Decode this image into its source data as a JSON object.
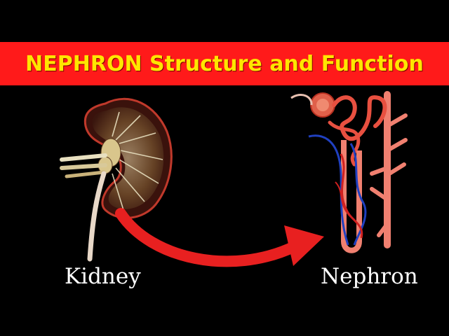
{
  "header": {
    "title": "NEPHRON Structure and Function",
    "background_color": "#ff1a1a",
    "title_color": "#ffe600"
  },
  "diagram": {
    "left_label": "Kidney",
    "right_label": "Nephron",
    "arrow_color": "#e82020",
    "left_icon": "kidney-cross-section",
    "right_icon": "nephron-illustration"
  }
}
